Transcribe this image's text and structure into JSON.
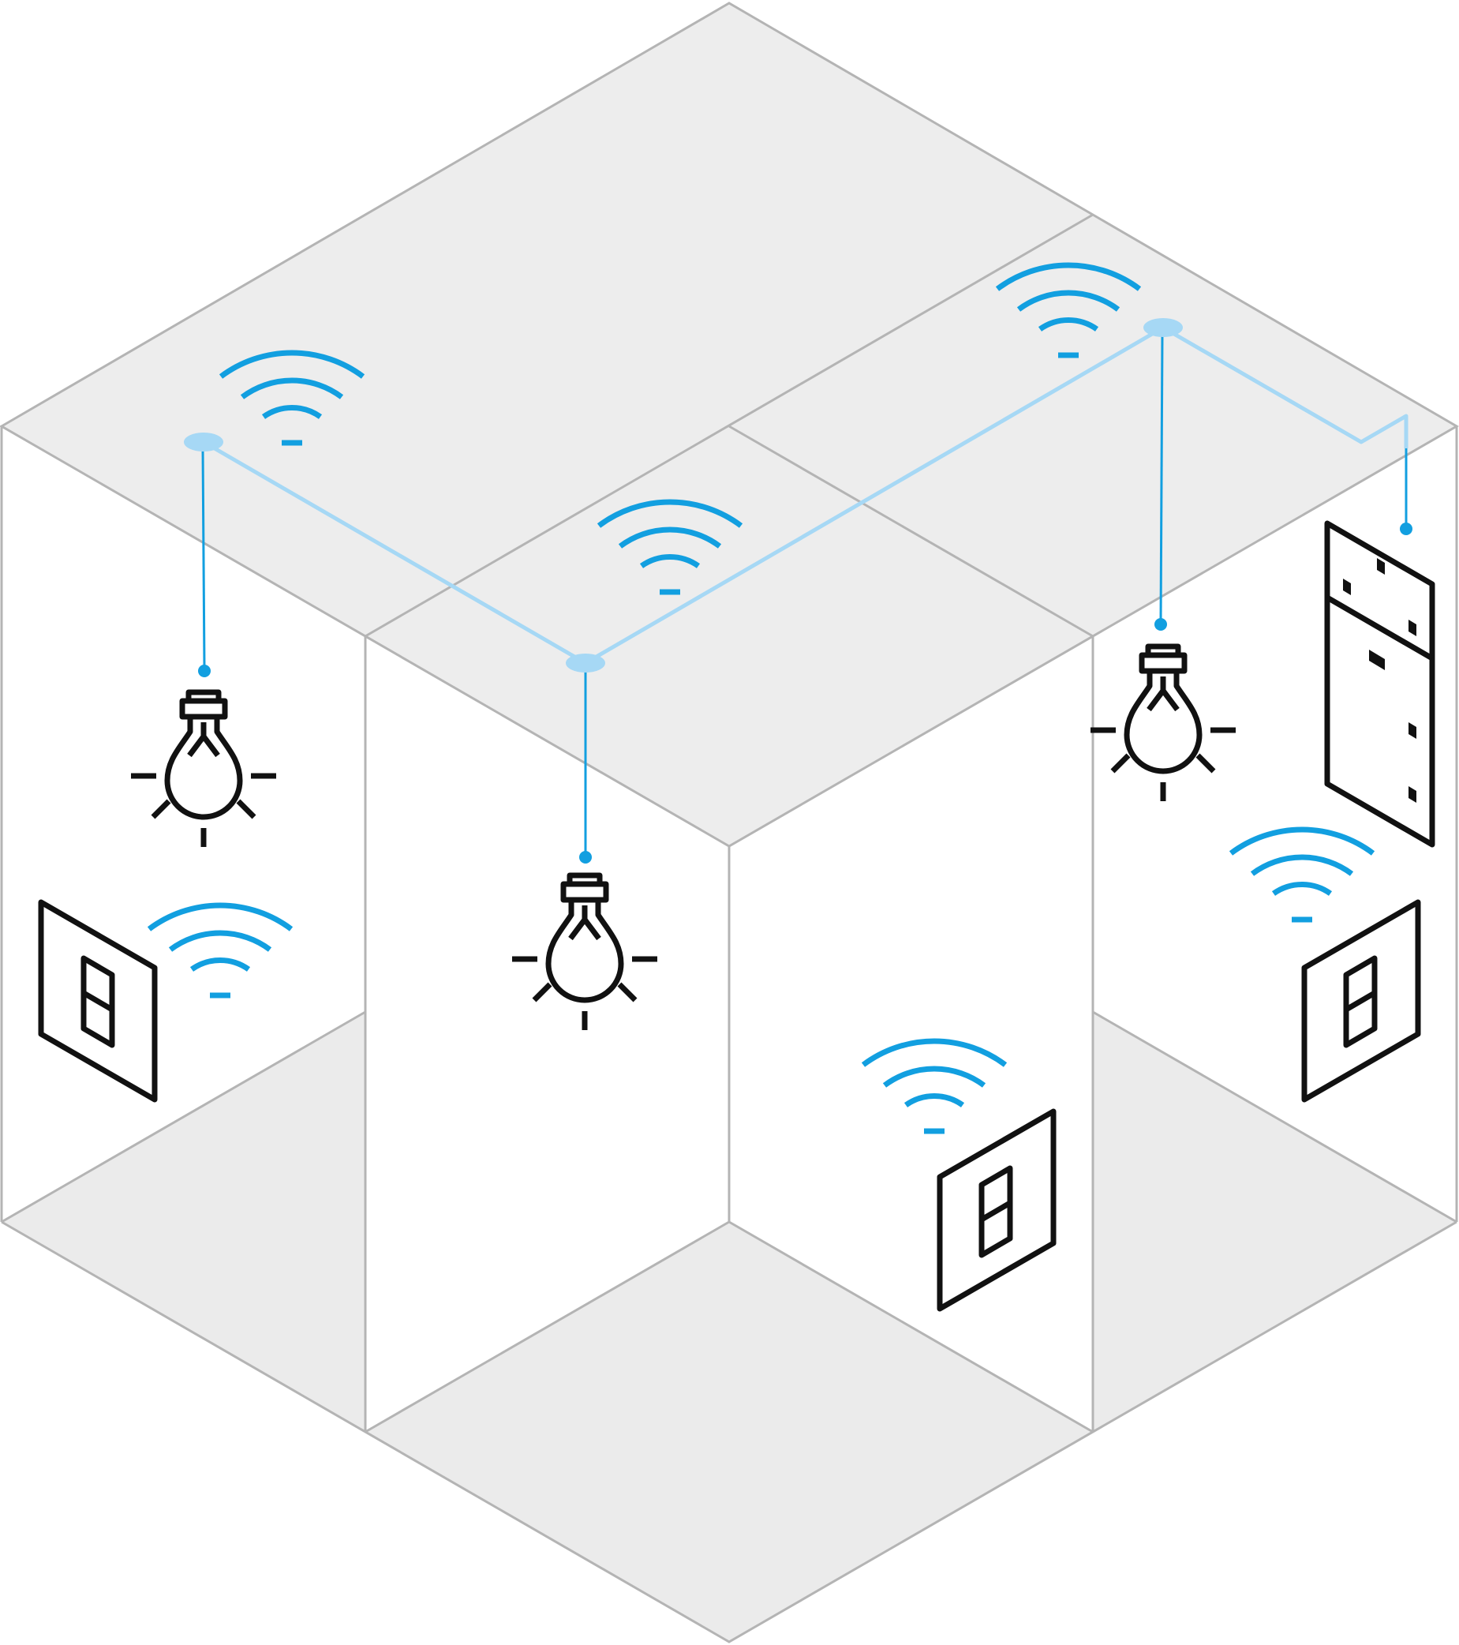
{
  "diagram": {
    "description_text": "",
    "colors": {
      "background": "#ffffff",
      "ceiling": "#ededed",
      "floor": "#ebebeb",
      "wall": "#ffffff",
      "edge": "#b4b4b4",
      "wiring_light": "#a6d8f5",
      "wiring_drop": "#129fe0",
      "wifi": "#129fe0",
      "device_stroke": "#111111"
    },
    "icons": [
      "light-bulb-icon",
      "wall-switch-icon",
      "wifi-signal-icon",
      "ceiling-junction-icon",
      "fridge-icon"
    ],
    "rooms": [
      {
        "name": "left-room",
        "devices": [
          "light-bulb-icon",
          "wall-switch-icon",
          "wifi-signal-icon"
        ]
      },
      {
        "name": "center-room",
        "devices": [
          "light-bulb-icon",
          "wifi-signal-icon",
          "wall-switch-icon"
        ]
      },
      {
        "name": "right-room",
        "devices": [
          "light-bulb-icon",
          "wall-switch-icon",
          "wifi-signal-icon",
          "fridge-icon"
        ]
      }
    ]
  }
}
